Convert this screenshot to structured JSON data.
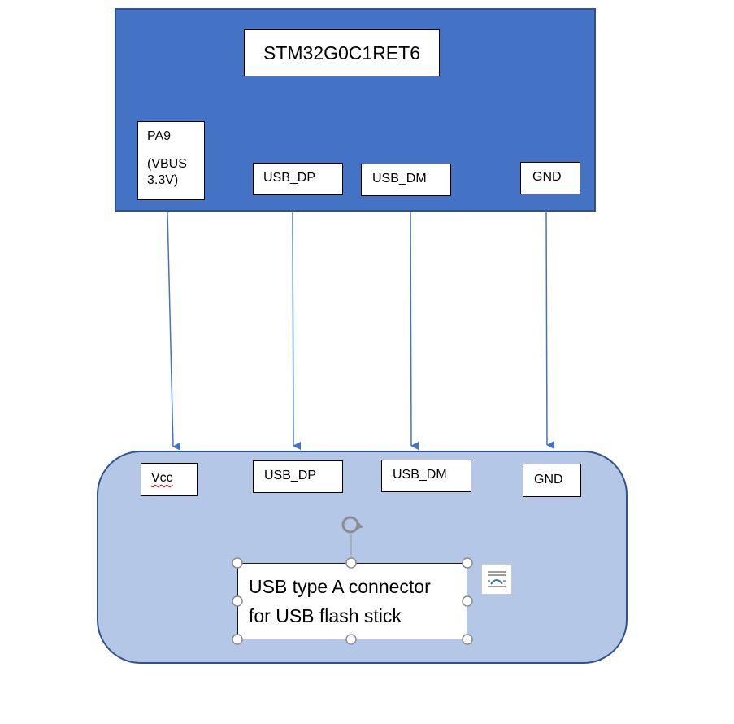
{
  "mcu": {
    "title": "STM32G0C1RET6",
    "pins": {
      "pa9_line1": "PA9",
      "pa9_line2": "(VBUS",
      "pa9_line3": "3.3V)",
      "usb_dp": "USB_DP",
      "usb_dm": "USB_DM",
      "gnd": "GND"
    }
  },
  "connector": {
    "pins": {
      "vcc": "Vcc",
      "usb_dp": "USB_DP",
      "usb_dm": "USB_DM",
      "gnd": "GND"
    },
    "description_line1": "USB type A connector",
    "description_line2": "for USB flash stick"
  },
  "colors": {
    "mcu_fill": "#4472c4",
    "connector_fill": "#b4c7e7",
    "outline": "#2f528f",
    "arrow": "#4472c4"
  },
  "icons": {
    "rotate_handle": "rotate-handle-icon",
    "layout_options": "layout-options-icon"
  }
}
